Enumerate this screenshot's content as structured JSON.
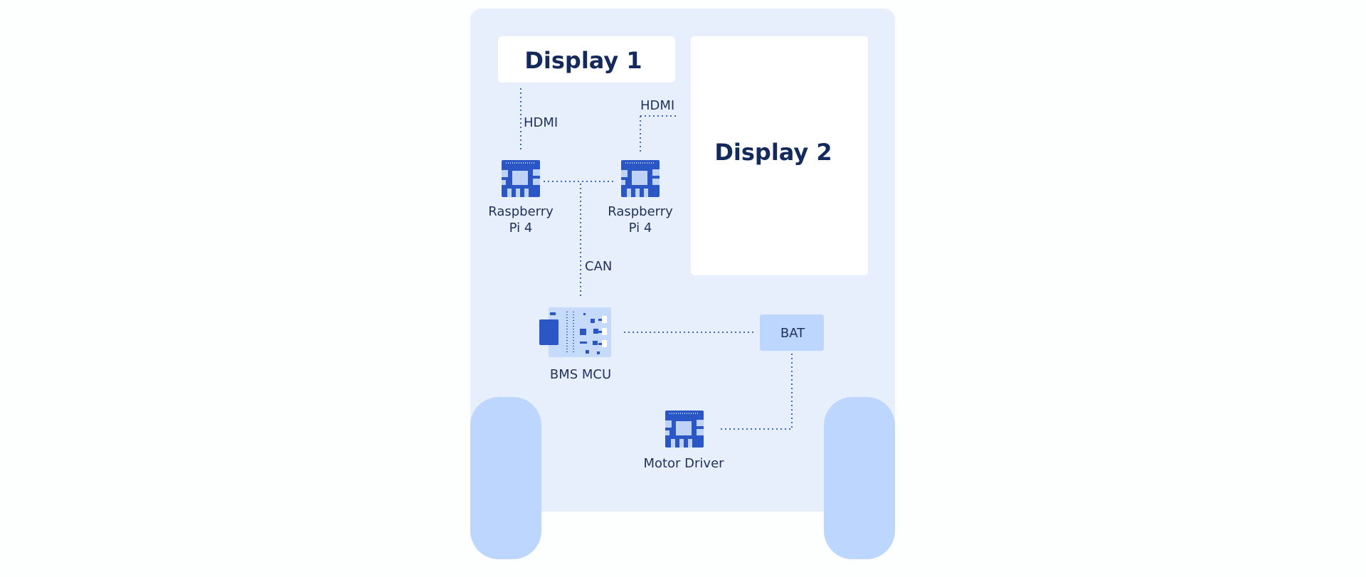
{
  "colors": {
    "panel": "#e6effb",
    "wheel": "#bcd6fd",
    "white": "#ffffff",
    "chip": "#2a56c6",
    "chip_light": "#bed3f5",
    "board": "#c6dbfb",
    "connector": "#3c68c8",
    "text": "#22325a",
    "title": "#152a5c"
  },
  "display1": {
    "label": "Display 1"
  },
  "display2": {
    "label": "Display 2"
  },
  "pi_left": {
    "label_line1": "Raspberry",
    "label_line2": "Pi 4",
    "icon": "raspberry-pi-icon"
  },
  "pi_right": {
    "label_line1": "Raspberry",
    "label_line2": "Pi 4",
    "icon": "raspberry-pi-icon"
  },
  "links": {
    "hdmi_left": "HDMI",
    "hdmi_right": "HDMI",
    "can": "CAN"
  },
  "bms": {
    "label": "BMS MCU",
    "icon": "bms-board-icon"
  },
  "battery": {
    "label": "BAT"
  },
  "motor_driver": {
    "label": "Motor Driver",
    "icon": "motor-driver-icon"
  }
}
